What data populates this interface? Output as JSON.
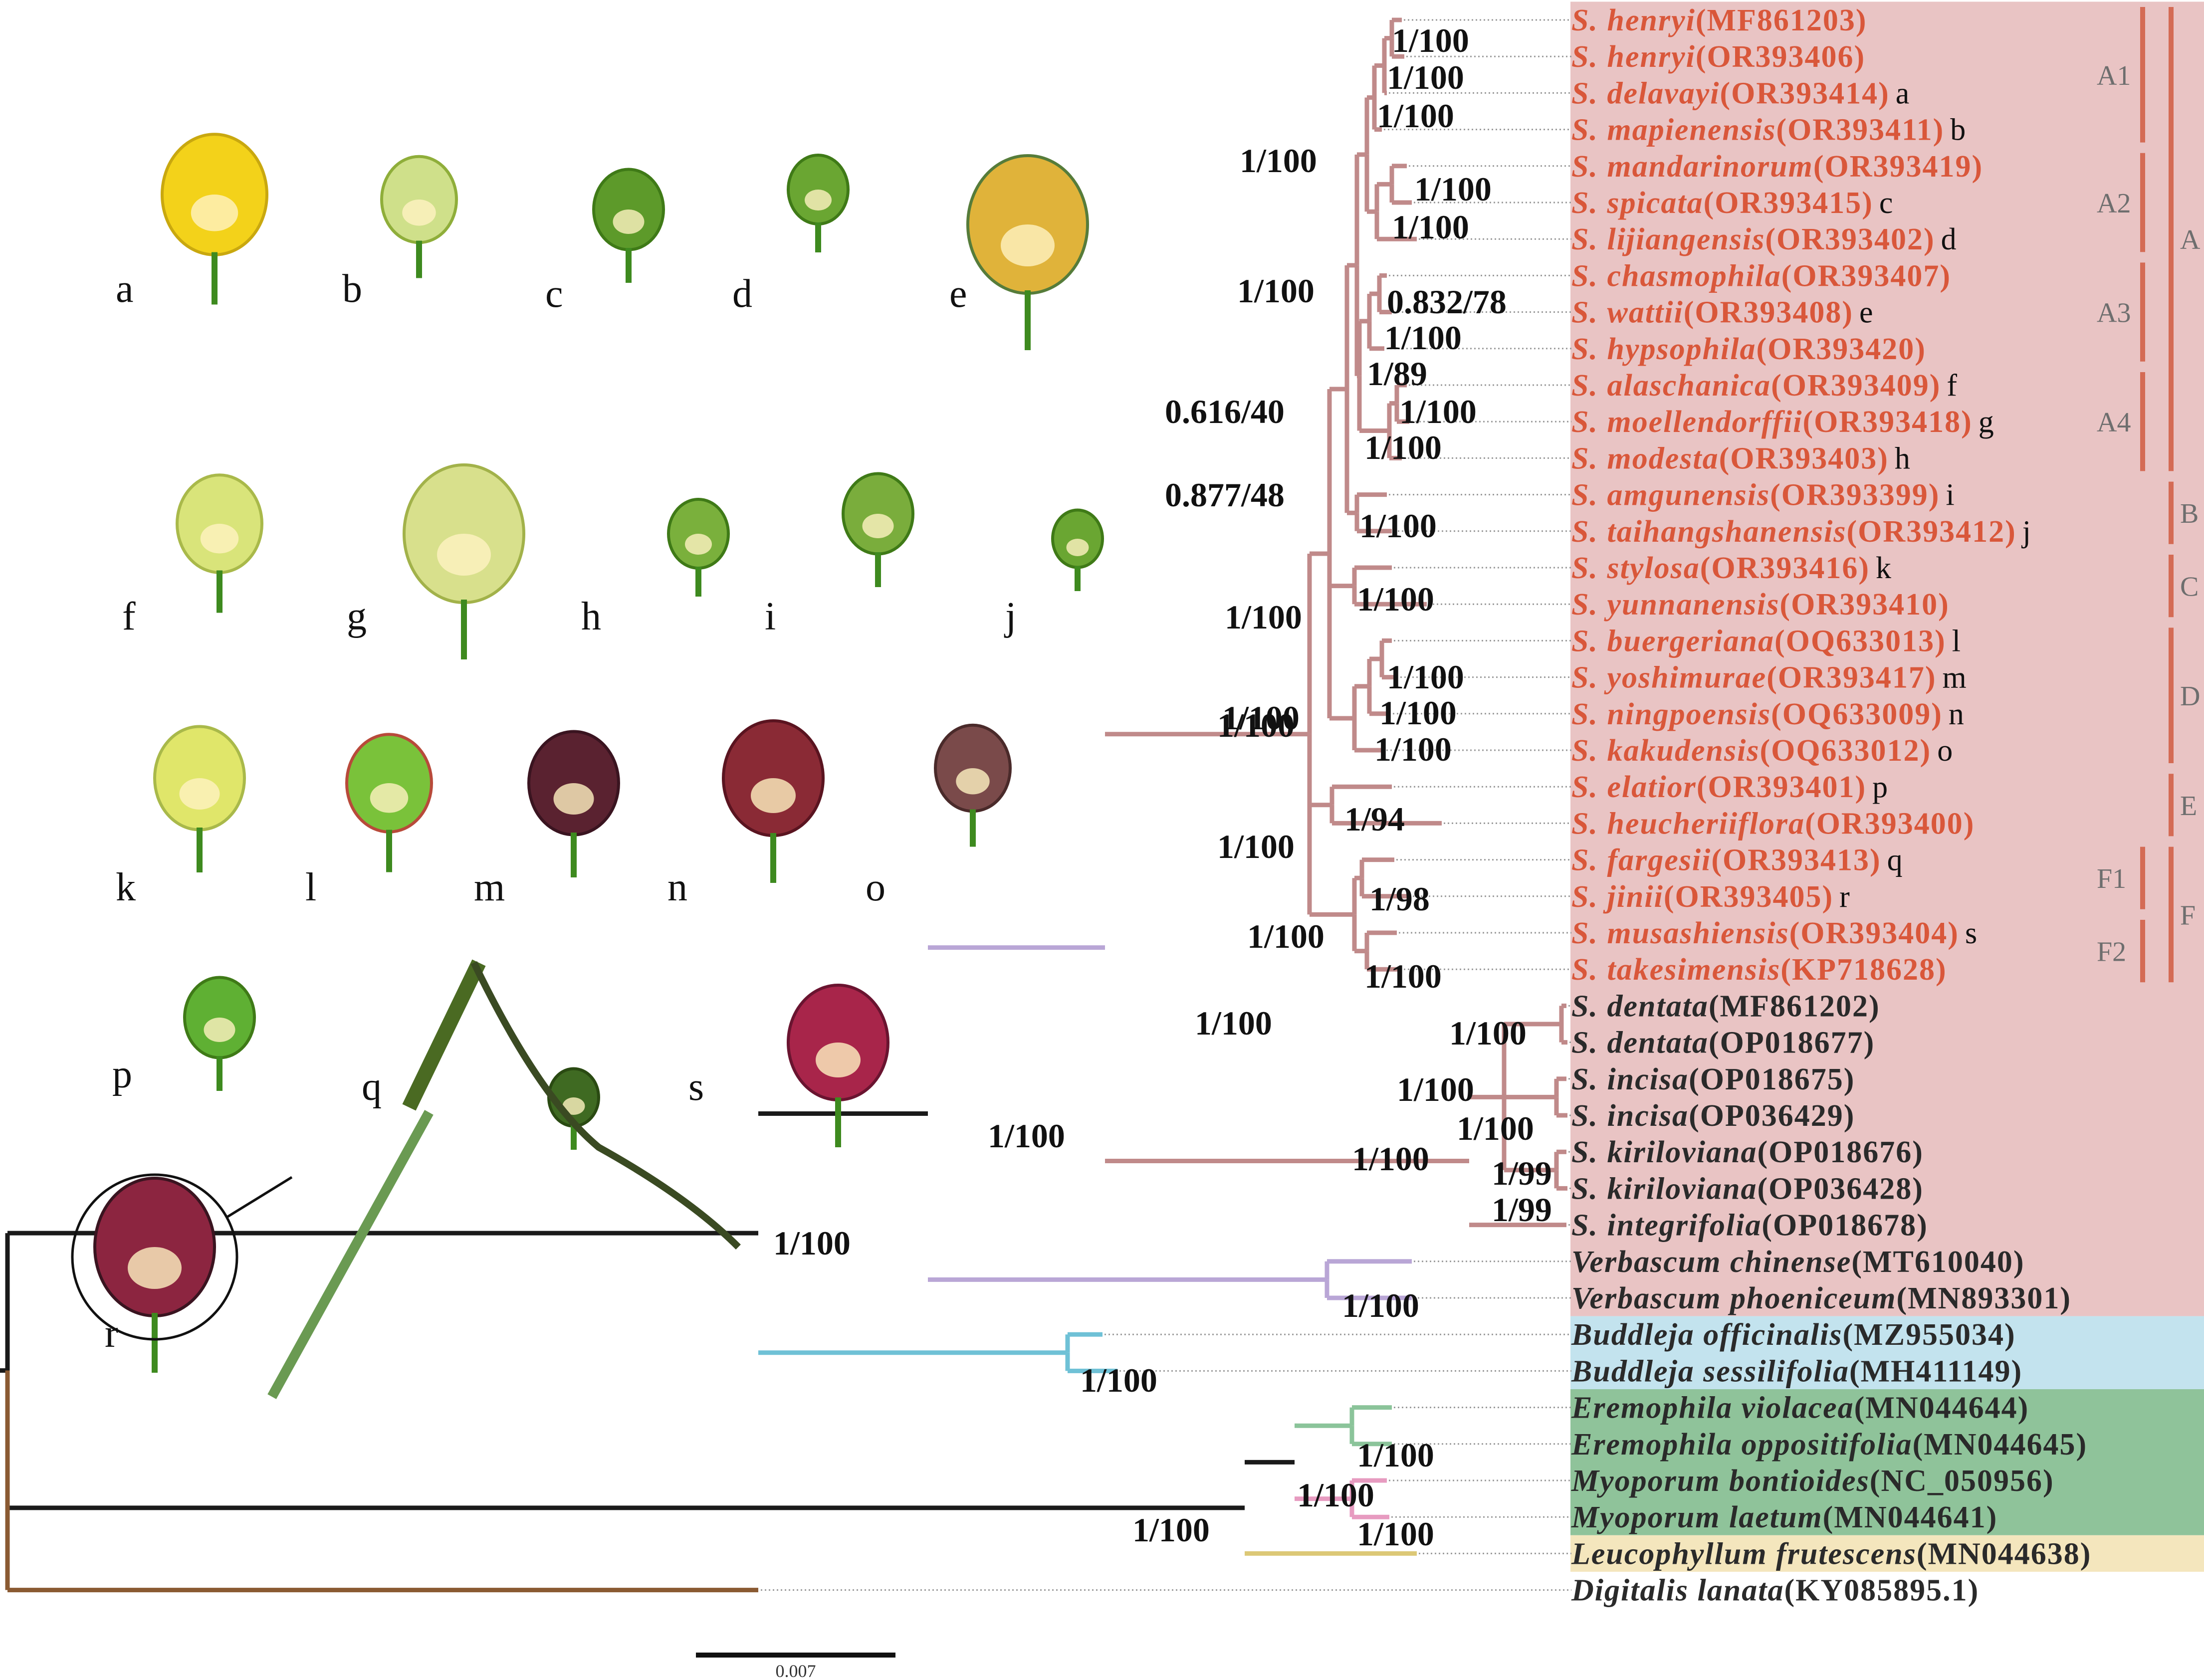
{
  "colors": {
    "scrophularia_band": "#e9c4c4",
    "buddleja_band": "#c3e3ee",
    "myoporeae_band": "#8fc39a",
    "leucophyllum_band": "#f4e6bd",
    "scrophularia_branch": "#c08a8a",
    "verbascum_branch": "#b9a6d6",
    "buddleja_branch": "#6fc1d6",
    "eremophila_branch": "#8bc49a",
    "myoporum_branch": "#e79bc0",
    "leucophyllum_branch": "#dcc876",
    "outgroup_branch": "#8a5a32",
    "highlight_text": "#d9573a",
    "clade_bar": "#d46b55"
  },
  "taxa": [
    {
      "species": "S. henryi",
      "accession": "(MF861203)",
      "photo": ""
    },
    {
      "species": "S. henryi",
      "accession": "(OR393406)",
      "photo": ""
    },
    {
      "species": "S. delavayi",
      "accession": "(OR393414)",
      "photo": "a"
    },
    {
      "species": "S. mapienensis",
      "accession": "(OR393411)",
      "photo": "b"
    },
    {
      "species": "S. mandarinorum",
      "accession": "(OR393419)",
      "photo": ""
    },
    {
      "species": "S. spicata",
      "accession": "(OR393415)",
      "photo": "c"
    },
    {
      "species": "S. lijiangensis",
      "accession": "(OR393402)",
      "photo": "d"
    },
    {
      "species": "S. chasmophila",
      "accession": "(OR393407)",
      "photo": ""
    },
    {
      "species": "S. wattii",
      "accession": "(OR393408)",
      "photo": "e"
    },
    {
      "species": "S. hypsophila",
      "accession": "(OR393420)",
      "photo": ""
    },
    {
      "species": "S. alaschanica",
      "accession": "(OR393409)",
      "photo": "f"
    },
    {
      "species": "S. moellendorffii",
      "accession": "(OR393418)",
      "photo": "g"
    },
    {
      "species": "S. modesta",
      "accession": "(OR393403)",
      "photo": "h"
    },
    {
      "species": "S. amgunensis",
      "accession": "(OR393399)",
      "photo": "i"
    },
    {
      "species": "S. taihangshanensis",
      "accession": "(OR393412)",
      "photo": "j"
    },
    {
      "species": "S. stylosa",
      "accession": "(OR393416)",
      "photo": "k"
    },
    {
      "species": "S. yunnanensis",
      "accession": "(OR393410)",
      "photo": ""
    },
    {
      "species": "S. buergeriana",
      "accession": "(OQ633013)",
      "photo": "l"
    },
    {
      "species": "S. yoshimurae",
      "accession": "(OR393417)",
      "photo": "m"
    },
    {
      "species": "S. ningpoensis",
      "accession": "(OQ633009)",
      "photo": "n"
    },
    {
      "species": "S. kakudensis",
      "accession": "(OQ633012)",
      "photo": "o"
    },
    {
      "species": "S. elatior",
      "accession": "(OR393401)",
      "photo": "p"
    },
    {
      "species": "S. heucheriiflora",
      "accession": "(OR393400)",
      "photo": ""
    },
    {
      "species": "S. fargesii",
      "accession": "(OR393413)",
      "photo": "q"
    },
    {
      "species": "S. jinii",
      "accession": "(OR393405)",
      "photo": "r"
    },
    {
      "species": "S. musashiensis",
      "accession": "(OR393404)",
      "photo": "s"
    },
    {
      "species": "S. takesimensis",
      "accession": "(KP718628)",
      "photo": ""
    },
    {
      "species": "S. dentata",
      "accession": "(MF861202)",
      "photo": ""
    },
    {
      "species": "S. dentata",
      "accession": "(OP018677)",
      "photo": ""
    },
    {
      "species": "S. incisa",
      "accession": "(OP018675)",
      "photo": ""
    },
    {
      "species": "S. incisa",
      "accession": "(OP036429)",
      "photo": ""
    },
    {
      "species": "S. kiriloviana",
      "accession": "(OP018676)",
      "photo": ""
    },
    {
      "species": "S. kiriloviana",
      "accession": "(OP036428)",
      "photo": ""
    },
    {
      "species": "S. integrifolia",
      "accession": "(OP018678)",
      "photo": ""
    },
    {
      "species": "Verbascum chinense",
      "accession": "(MT610040)",
      "photo": ""
    },
    {
      "species": "Verbascum phoeniceum",
      "accession": "(MN893301)",
      "photo": ""
    },
    {
      "species": "Buddleja officinalis",
      "accession": "(MZ955034)",
      "photo": ""
    },
    {
      "species": "Buddleja sessilifolia",
      "accession": "(MH411149)",
      "photo": ""
    },
    {
      "species": "Eremophila violacea",
      "accession": "(MN044644)",
      "photo": ""
    },
    {
      "species": "Eremophila oppositifolia",
      "accession": "(MN044645)",
      "photo": ""
    },
    {
      "species": "Myoporum bontioides",
      "accession": "(NC_050956)",
      "photo": ""
    },
    {
      "species": "Myoporum laetum",
      "accession": "(MN044641)",
      "photo": ""
    },
    {
      "species": "Leucophyllum frutescens",
      "accession": "(MN044638)",
      "photo": ""
    },
    {
      "species": "Digitalis lanata",
      "accession": "(KY085895.1)",
      "photo": ""
    }
  ],
  "support_labels": [
    "1/100",
    "1/100",
    "1/100",
    "1/100",
    "1/100",
    "1/100",
    "1/100",
    "0.832/78",
    "1/100",
    "1/89",
    "1/100",
    "1/100",
    "0.616/40",
    "0.877/48",
    "1/100",
    "1/100",
    "1/100",
    "1/100",
    "1/100",
    "1/100",
    "1/100",
    "1/100",
    "1/94",
    "1/100",
    "1/98",
    "1/100",
    "1/100",
    "1/100",
    "1/100",
    "1/100",
    "1/100",
    "1/100",
    "1/99",
    "1/99",
    "1/100",
    "1/100",
    "1/100",
    "1/100",
    "1/100",
    "1/100",
    "1/100",
    "1/100"
  ],
  "clades": [
    "A1",
    "A2",
    "A3",
    "A4",
    "A",
    "B",
    "C",
    "D",
    "E",
    "F1",
    "F2",
    "F"
  ],
  "photo_labels": [
    "a",
    "b",
    "c",
    "d",
    "e",
    "f",
    "g",
    "h",
    "i",
    "j",
    "k",
    "l",
    "m",
    "n",
    "o",
    "p",
    "q",
    "r",
    "s"
  ],
  "scale_label": "0.007"
}
